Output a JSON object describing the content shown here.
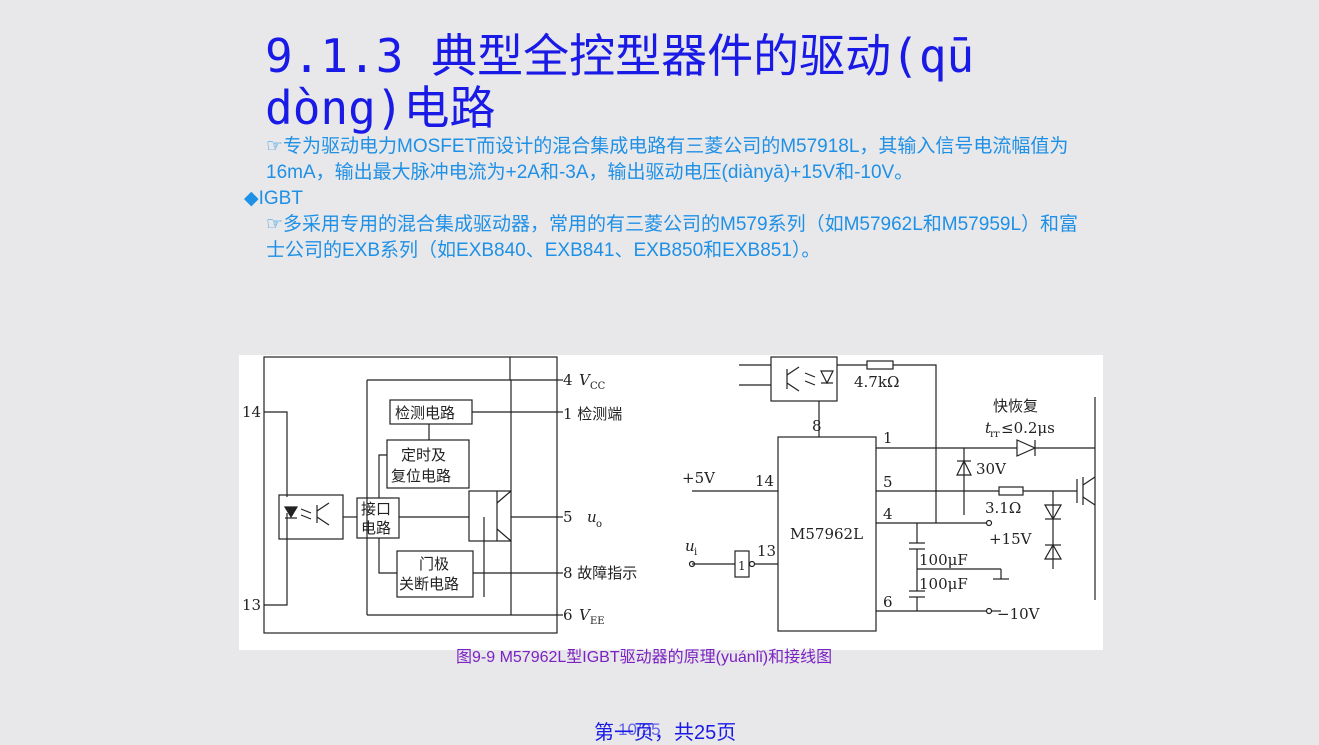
{
  "slide": {
    "title": "9.1.3  典型全控型器件的驱动(qū dòng)电路",
    "para1": "☞专为驱动电力MOSFET而设计的混合集成电路有三菱公司的M57918L，其输入信号电流幅值为16mA，输出最大脉冲电流为+2A和-3A，输出驱动电压(diànyā)+15V和-10V。",
    "bullet": "◆IGBT",
    "para2": "☞多采用专用的混合集成驱动器，常用的有三菱公司的M579系列（如M57962L和M57959L）和富士公司的EXB系列（如EXB840、EXB841、EXB850和EXB851）。",
    "caption": "图9-9 M57962L型IGBT驱动器的原理(yuánlǐ)和接线图",
    "footer": "第一页，共25页",
    "footer_overlay": "10/25"
  },
  "diagram": {
    "left": {
      "pin14": "14",
      "pin13": "13",
      "detect_box": "检测电路",
      "timer_box_1": "定时及",
      "timer_box_2": "复位电路",
      "interface_box_1": "接口",
      "interface_box_2": "电路",
      "gate_box_1": "门极",
      "gate_box_2": "关断电路",
      "pin4": "4",
      "vcc": "V",
      "vcc_sub": "CC",
      "pin1_label": "1  检测端",
      "pin5": "5",
      "uo": "u",
      "uo_sub": "o",
      "pin8_label": "8  故障指示",
      "pin6": "6",
      "vee": "V",
      "vee_sub": "EE"
    },
    "right": {
      "chip": "M57962L",
      "resistor1": "4.7kΩ",
      "fast_recovery": "快恢复",
      "trr": "t",
      "trr_sub": "rr",
      "trr_value": "≤0.2μs",
      "zener": "30V",
      "resistor2": "3.1Ω",
      "plus15": "+15V",
      "minus10": "−10V",
      "cap1": "100μF",
      "cap2": "100μF",
      "plus5": "+5V",
      "ui": "u",
      "ui_sub": "i",
      "pin8": "8",
      "pin1": "1",
      "pin14": "14",
      "pin5": "5",
      "pin4": "4",
      "pin13": "13",
      "pin6": "6",
      "inverter": "1"
    }
  },
  "colors": {
    "title": "#1a1ae6",
    "body": "#1e90e6",
    "caption": "#7b22c4",
    "background": "#e8e8ea"
  }
}
